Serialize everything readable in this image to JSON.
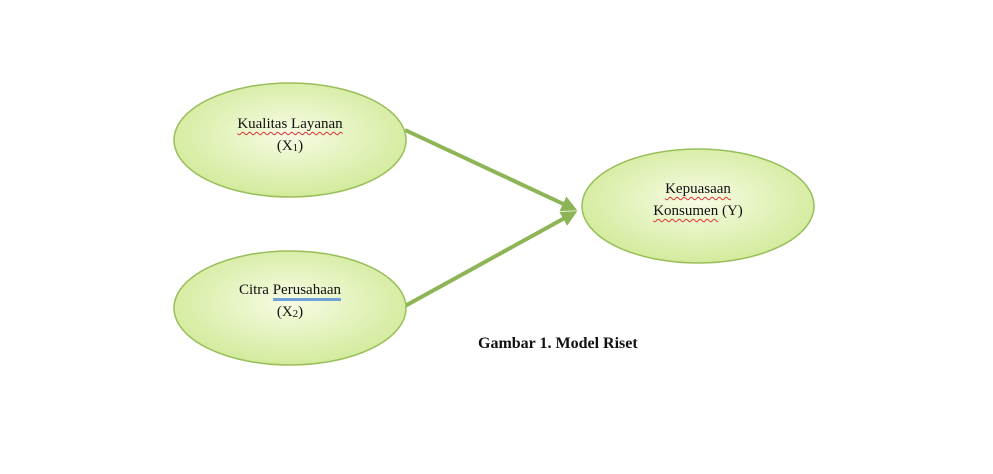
{
  "nodes": {
    "x1": {
      "title": "Kualitas Layanan",
      "var": "(X",
      "sub": "1",
      "close": ")"
    },
    "x2": {
      "title_a": "Citra",
      "title_b": "Perusahaan",
      "var": "(X",
      "sub": "2",
      "close": ")"
    },
    "y": {
      "line1": "Kepuasaan",
      "line2": "Konsumen",
      "var": "(Y)"
    }
  },
  "caption": "Gambar 1. Model Riset",
  "colors": {
    "fill_center": "#f6fbe0",
    "fill_edge": "#d2ea9a",
    "stroke": "#98bf5a",
    "arrow": "#8db455"
  }
}
